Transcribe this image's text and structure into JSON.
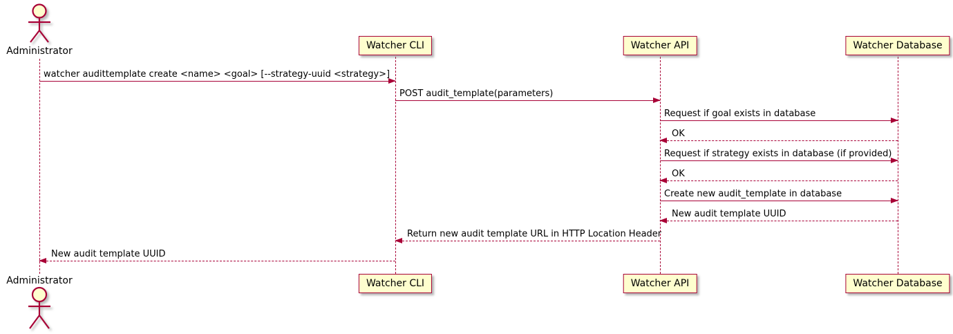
{
  "diagram": {
    "type": "sequence-diagram",
    "colors": {
      "participant_fill": "#FEFECE",
      "stroke": "#A80036",
      "text": "#000000",
      "background": "#FFFFFF"
    },
    "actors": [
      {
        "name": "Administrator"
      }
    ],
    "participants": [
      {
        "label": "Watcher CLI"
      },
      {
        "label": "Watcher API"
      },
      {
        "label": "Watcher Database"
      }
    ],
    "messages": [
      {
        "from": "Administrator",
        "to": "Watcher CLI",
        "style": "solid",
        "label": "watcher audittemplate create <name> <goal> [--strategy-uuid <strategy>]"
      },
      {
        "from": "Watcher CLI",
        "to": "Watcher API",
        "style": "solid",
        "label": "POST audit_template(parameters)"
      },
      {
        "from": "Watcher API",
        "to": "Watcher Database",
        "style": "solid",
        "label": "Request if goal exists in database"
      },
      {
        "from": "Watcher Database",
        "to": "Watcher API",
        "style": "dashed",
        "label": "OK"
      },
      {
        "from": "Watcher API",
        "to": "Watcher Database",
        "style": "solid",
        "label": "Request if strategy exists in database (if provided)"
      },
      {
        "from": "Watcher Database",
        "to": "Watcher API",
        "style": "dashed",
        "label": "OK"
      },
      {
        "from": "Watcher API",
        "to": "Watcher Database",
        "style": "solid",
        "label": "Create new audit_template in database"
      },
      {
        "from": "Watcher Database",
        "to": "Watcher API",
        "style": "dashed",
        "label": "New audit template UUID"
      },
      {
        "from": "Watcher API",
        "to": "Watcher CLI",
        "style": "dashed",
        "label": "Return new audit template URL in HTTP Location Header"
      },
      {
        "from": "Watcher CLI",
        "to": "Administrator",
        "style": "dashed",
        "label": "New audit template UUID"
      }
    ]
  }
}
